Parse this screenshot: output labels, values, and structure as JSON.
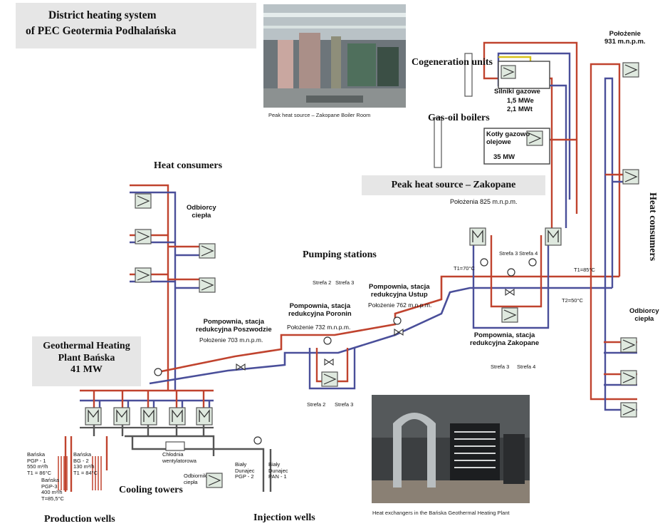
{
  "title": {
    "line1": "District heating system",
    "line2": "of PEC Geotermia Podhalańska"
  },
  "labels": {
    "heat_consumers": "Heat consumers",
    "heat_consumers_right": "Heat consumers",
    "odbiorcy_left": "Odbiorcy\nciepła",
    "odbiorcy_right": "Odbiorcy\nciepła",
    "pumping_stations": "Pumping stations",
    "cogeneration_units": "Cogeneration units",
    "gas_oil_boilers": "Gas-oil boilers",
    "peak_heat_source": "Peak heat source – Zakopane",
    "peak_location": "Położenia 825 m.n.p.m.",
    "geothermal_plant": "Geothermal Heating\nPlant Bańska\n41 MW",
    "cooling_towers": "Cooling towers",
    "production_wells": "Production wells",
    "injection_wells": "Injection wells",
    "chlodnia": "Chłodnia\nwentylatorowa",
    "odbiornik": "Odbiornik\nciepła"
  },
  "stations": [
    {
      "name": "Pompownia, stacja\nredukcyjna Poronin",
      "elevation": "Położenie 732 m.n.p.m."
    },
    {
      "name": "Pompownia, stacja\nredukcyjna Poszwodzie",
      "elevation": "Położenie 703 m.n.p.m."
    },
    {
      "name": "Pompownia, stacja\nredukcyjna Ustup",
      "elevation": "Położenie 762 m.n.p.m."
    },
    {
      "name": "Pompownia, stacja\nredukcyjna Zakopane",
      "elevation": ""
    }
  ],
  "zones": {
    "poronin_top": [
      "Strefa 2",
      "Strefa 3"
    ],
    "poronin_bottom": [
      "Strefa 2",
      "Strefa 3"
    ],
    "zakopane_top": [
      "Strefa 3",
      "Strefa 4"
    ],
    "zakopane_bottom": [
      "Strefa 3",
      "Strefa 4"
    ]
  },
  "boilers": {
    "gas_title": "Silniki gazowe",
    "gas_power1": "1,5 MWe",
    "gas_power2": "2,1 MWt",
    "oil_title": "Kotły gazowo\nolejowe",
    "oil_power": "35 MW"
  },
  "top_right": {
    "location": "Położenie\n931 m.n.p.m."
  },
  "temps": {
    "t1": "T1=70°C",
    "t2": "T1=85°C",
    "t3": "T2=50°C"
  },
  "wells": {
    "w1": "Bańska\nPGP - 1\n550 m³/h\nT1 = 86°C",
    "w2": "Bańska\nBG - 2\n130 m³/h\nT1 = 84°C",
    "w3": "Bańska\nPGP-3\n400 m³/h\nT=85,5°C",
    "i1": "Biały\nDunajec\nPGP - 2",
    "i2": "Biały\nDunajec\nPAN - 1"
  },
  "captions": {
    "photo1": "Peak heat source – Zakopane Boiler Room",
    "photo2": "Heat exchangers in the Bańska Geothermal Heating Plant"
  },
  "colors": {
    "supply": "#c0432e",
    "return": "#4a4f9a",
    "cold": "#555555",
    "hx_fill": "#dfe9df",
    "box": "#e6e6e6"
  }
}
